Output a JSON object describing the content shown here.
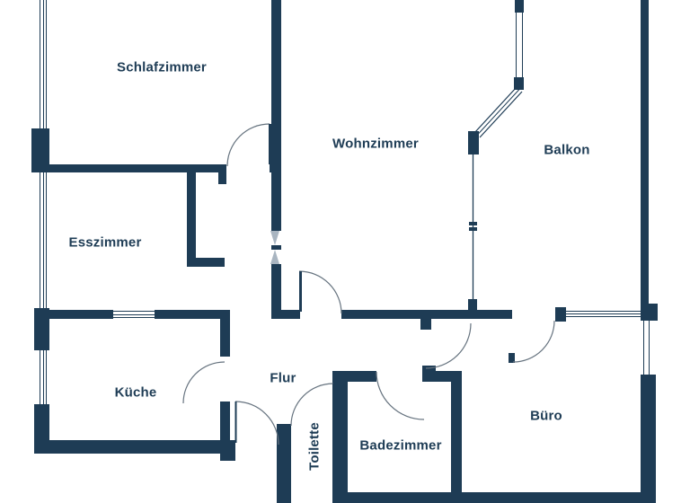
{
  "floorplan": {
    "rooms": [
      {
        "id": "schlafzimmer",
        "name": "Schlafzimmer"
      },
      {
        "id": "wohnzimmer",
        "name": "Wohnzimmer"
      },
      {
        "id": "balkon",
        "name": "Balkon"
      },
      {
        "id": "esszimmer",
        "name": "Esszimmer"
      },
      {
        "id": "kueche",
        "name": "Küche"
      },
      {
        "id": "flur",
        "name": "Flur"
      },
      {
        "id": "toilette",
        "name": "Toilette"
      },
      {
        "id": "badezimmer",
        "name": "Badezimmer"
      },
      {
        "id": "buero",
        "name": "Büro"
      }
    ],
    "colors": {
      "wall": "#1e3c55",
      "background": "#ffffff",
      "door_arc": "#66737f",
      "opening_marker": "#a9b5c1"
    }
  }
}
